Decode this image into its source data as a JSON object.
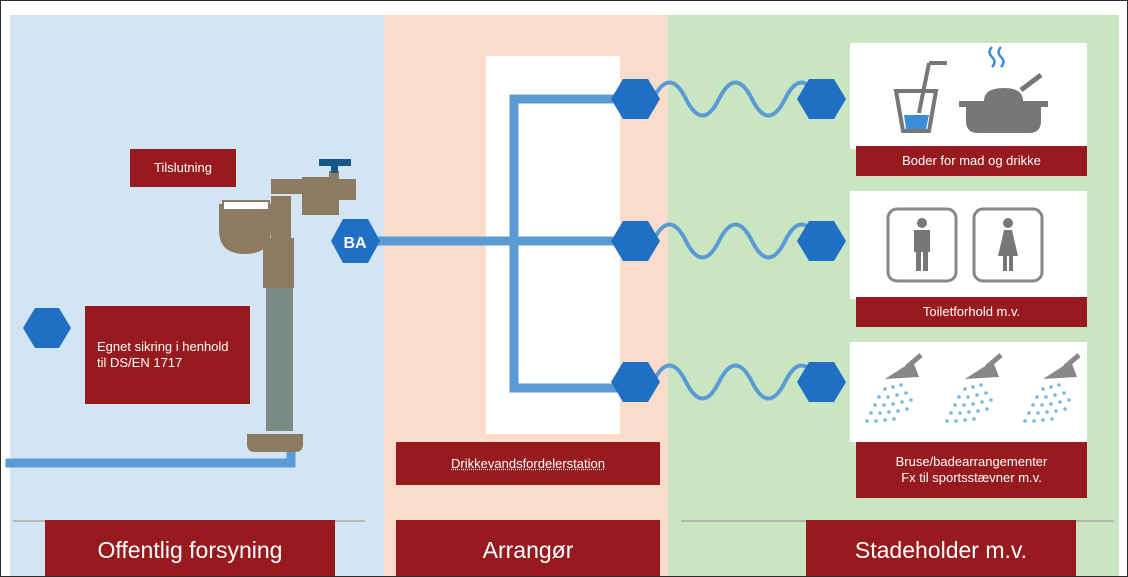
{
  "colors": {
    "pipe": "#5b9bd5",
    "hex": "#1f6fc5",
    "label": "#971b1e",
    "hydrant": "#8c7a63",
    "zone_public": "#d3e4f3",
    "zone_organizer": "#f9dcc9",
    "zone_stand": "#c9e5c1"
  },
  "labels": {
    "connection": "Tilslutning",
    "protection": "Egnet sikring i henhold til DS/EN 1717",
    "station": "Drikkevandsfordelerstation",
    "food": "Boder for mad og drikke",
    "toilet": "Toiletforhold m.v.",
    "shower_line1": "Bruse/badearrangementer",
    "shower_line2": "Fx til sportsstævner m.v.",
    "backflow": "BA"
  },
  "footer": {
    "public": "Offentlig forsyning",
    "organizer": "Arrangør",
    "stand": "Stadeholder m.v."
  },
  "icons": [
    "glass-icon",
    "cooking-pot-icon",
    "male-toilet-icon",
    "female-toilet-icon",
    "shower-head-icon"
  ]
}
